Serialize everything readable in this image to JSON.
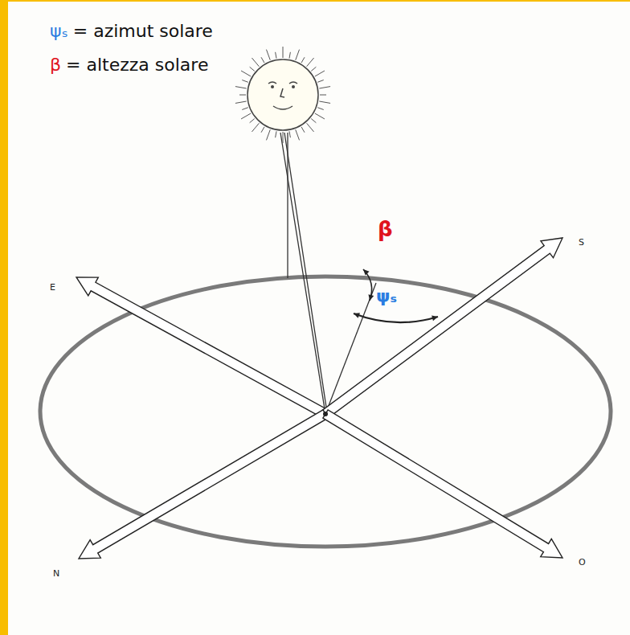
{
  "diagram": {
    "labels": [
      "ψₛ",
      "= azimut solare",
      "β",
      "= altezza solare",
      "β",
      "ψₛ",
      "E",
      "S",
      "N",
      "O"
    ]
  }
}
